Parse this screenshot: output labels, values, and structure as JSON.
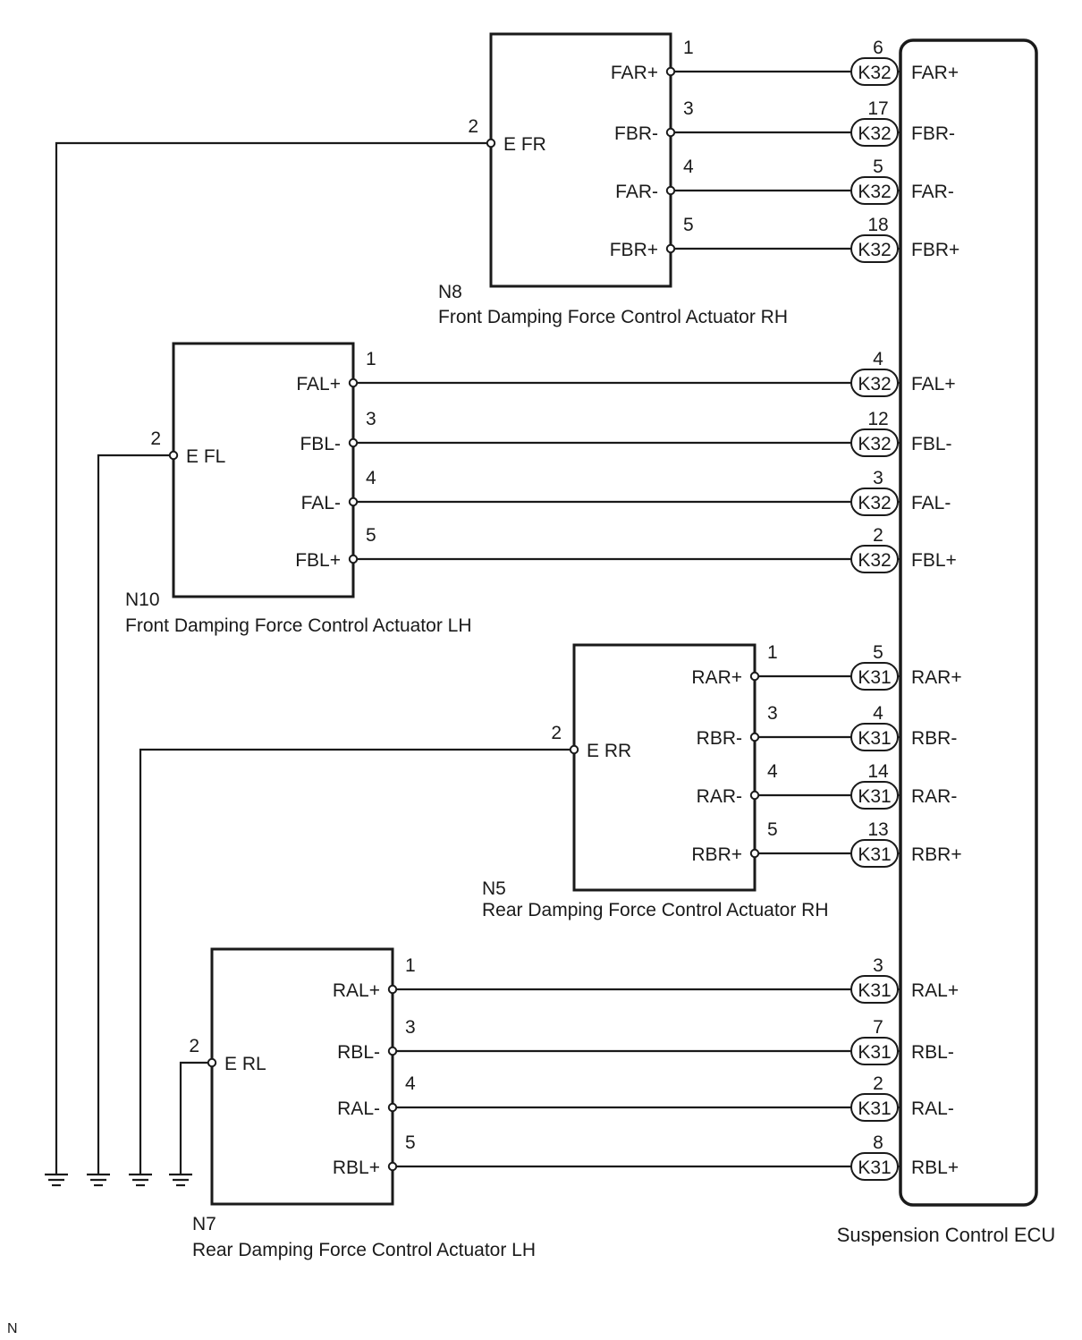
{
  "ecu": {
    "label": "Suspension Control ECU"
  },
  "actuators": [
    {
      "code": "N8",
      "name": "Front Damping Force Control Actuator RH",
      "ground_label": "E FR",
      "ground_pin": "2",
      "pins": [
        {
          "num": "1",
          "label": "FAR+",
          "connector": "K32",
          "ecu_pin": "6",
          "ecu_label": "FAR+"
        },
        {
          "num": "3",
          "label": "FBR-",
          "connector": "K32",
          "ecu_pin": "17",
          "ecu_label": "FBR-"
        },
        {
          "num": "4",
          "label": "FAR-",
          "connector": "K32",
          "ecu_pin": "5",
          "ecu_label": "FAR-"
        },
        {
          "num": "5",
          "label": "FBR+",
          "connector": "K32",
          "ecu_pin": "18",
          "ecu_label": "FBR+"
        }
      ]
    },
    {
      "code": "N10",
      "name": "Front Damping Force Control Actuator LH",
      "ground_label": "E FL",
      "ground_pin": "2",
      "pins": [
        {
          "num": "1",
          "label": "FAL+",
          "connector": "K32",
          "ecu_pin": "4",
          "ecu_label": "FAL+"
        },
        {
          "num": "3",
          "label": "FBL-",
          "connector": "K32",
          "ecu_pin": "12",
          "ecu_label": "FBL-"
        },
        {
          "num": "4",
          "label": "FAL-",
          "connector": "K32",
          "ecu_pin": "3",
          "ecu_label": "FAL-"
        },
        {
          "num": "5",
          "label": "FBL+",
          "connector": "K32",
          "ecu_pin": "2",
          "ecu_label": "FBL+"
        }
      ]
    },
    {
      "code": "N5",
      "name": "Rear Damping Force Control Actuator RH",
      "ground_label": "E RR",
      "ground_pin": "2",
      "pins": [
        {
          "num": "1",
          "label": "RAR+",
          "connector": "K31",
          "ecu_pin": "5",
          "ecu_label": "RAR+"
        },
        {
          "num": "3",
          "label": "RBR-",
          "connector": "K31",
          "ecu_pin": "4",
          "ecu_label": "RBR-"
        },
        {
          "num": "4",
          "label": "RAR-",
          "connector": "K31",
          "ecu_pin": "14",
          "ecu_label": "RAR-"
        },
        {
          "num": "5",
          "label": "RBR+",
          "connector": "K31",
          "ecu_pin": "13",
          "ecu_label": "RBR+"
        }
      ]
    },
    {
      "code": "N7",
      "name": "Rear Damping Force Control Actuator LH",
      "ground_label": "E RL",
      "ground_pin": "2",
      "pins": [
        {
          "num": "1",
          "label": "RAL+",
          "connector": "K31",
          "ecu_pin": "3",
          "ecu_label": "RAL+"
        },
        {
          "num": "3",
          "label": "RBL-",
          "connector": "K31",
          "ecu_pin": "7",
          "ecu_label": "RBL-"
        },
        {
          "num": "4",
          "label": "RAL-",
          "connector": "K31",
          "ecu_pin": "2",
          "ecu_label": "RAL-"
        },
        {
          "num": "5",
          "label": "RBL+",
          "connector": "K31",
          "ecu_pin": "8",
          "ecu_label": "RBL+"
        }
      ]
    }
  ],
  "footer_mark": "N"
}
